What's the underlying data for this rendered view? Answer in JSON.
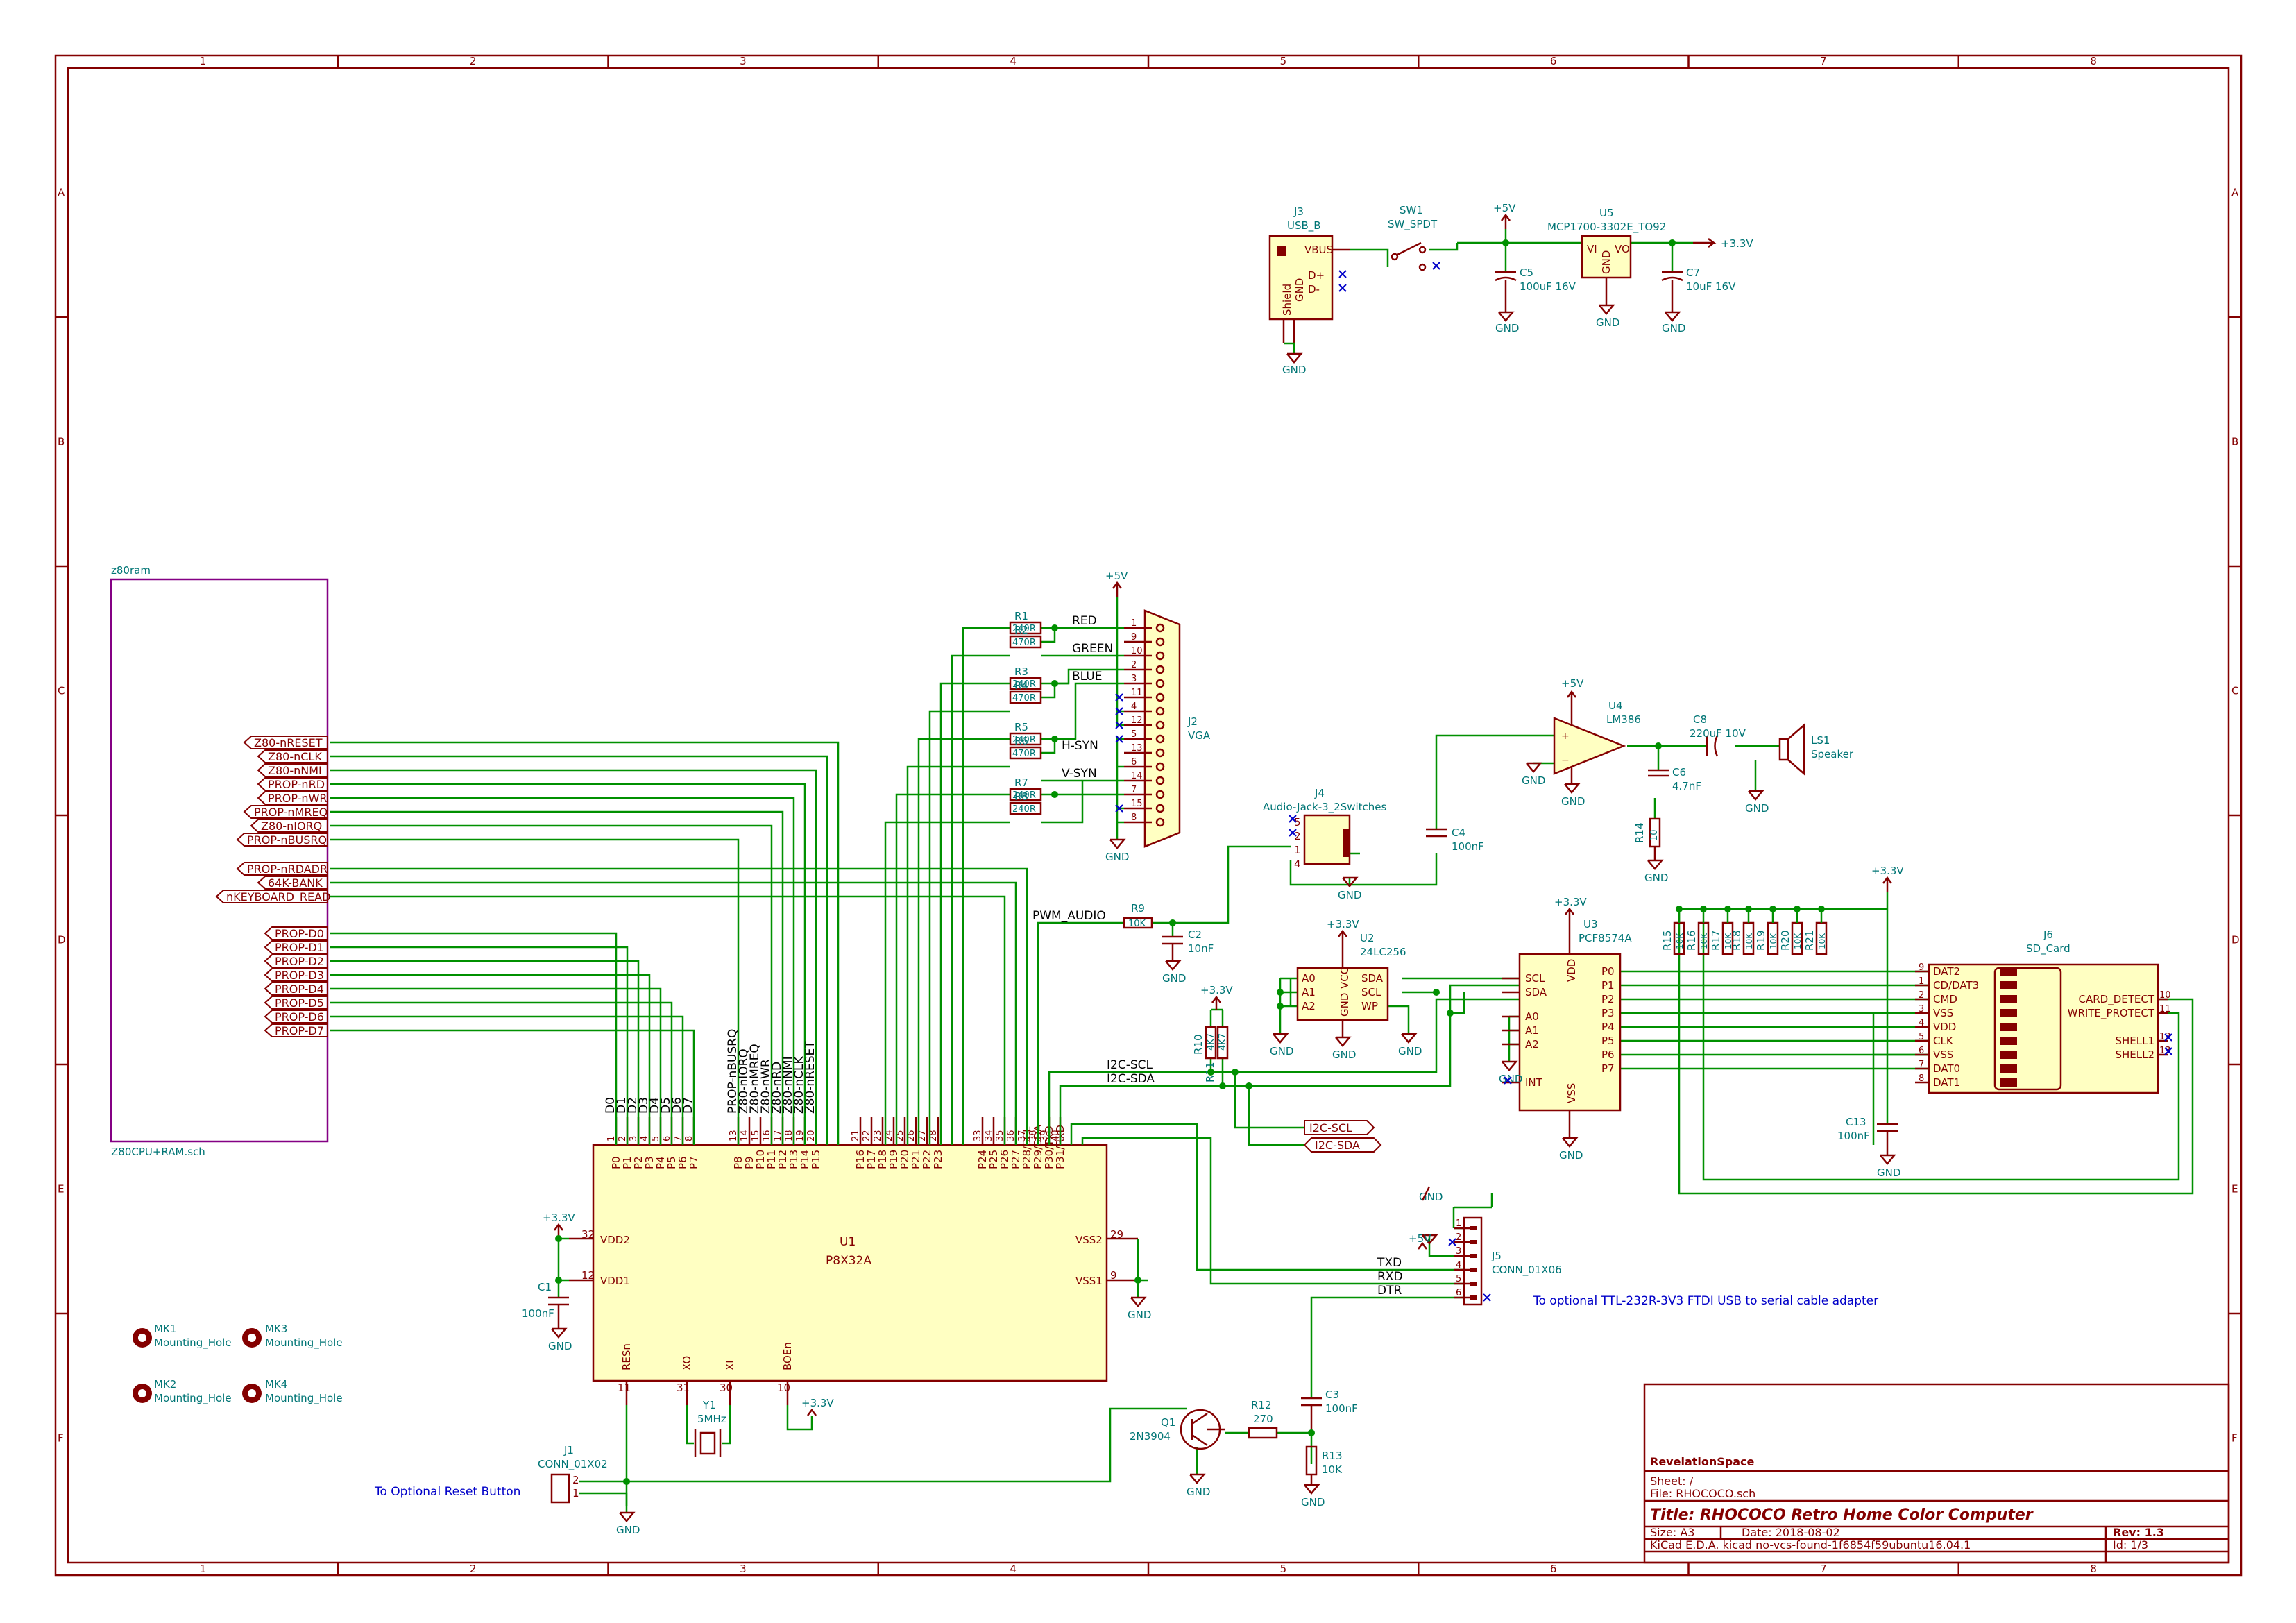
{
  "frame": {
    "col_labels": [
      "1",
      "2",
      "3",
      "4",
      "5",
      "6",
      "7",
      "8"
    ],
    "row_labels": [
      "A",
      "B",
      "C",
      "D",
      "E",
      "F"
    ]
  },
  "title_block": {
    "company": "RevelationSpace",
    "sheet": "Sheet: /",
    "file": "File: RHOCOCO.sch",
    "title": "Title: RHOCOCO Retro Home Color Computer",
    "size": "Size: A3",
    "date": "Date: 2018-08-02",
    "rev": "Rev: 1.3",
    "tool": "KiCad E.D.A.  kicad no-vcs-found-1f6854f59ubuntu16.04.1",
    "id": "Id: 1/3"
  },
  "hier_sheet": {
    "name": "z80ram",
    "file": "Z80CPU+RAM.sch",
    "pins_top": [
      "Z80-nRESET",
      "Z80-nCLK",
      "Z80-nNMI",
      "PROP-nRD",
      "PROP-nWR",
      "PROP-nMREQ",
      "Z80-nIORQ",
      "PROP-nBUSRQ"
    ],
    "pins_mid": [
      "PROP-nRDADR",
      "64K-BANK",
      "nKEYBOARD_READ"
    ],
    "pins_data": [
      "PROP-D0",
      "PROP-D1",
      "PROP-D2",
      "PROP-D3",
      "PROP-D4",
      "PROP-D5",
      "PROP-D6",
      "PROP-D7"
    ]
  },
  "u1": {
    "ref": "U1",
    "value": "P8X32A",
    "pins_d": [
      "P0",
      "P1",
      "P2",
      "P3",
      "P4",
      "P5",
      "P6",
      "P7"
    ],
    "nums_d": [
      "1",
      "2",
      "3",
      "4",
      "5",
      "6",
      "7",
      "8"
    ],
    "pins_ctl": [
      "P8",
      "P9",
      "P10",
      "P11",
      "P12",
      "P13",
      "P14",
      "P15"
    ],
    "nums_ctl": [
      "13",
      "14",
      "15",
      "16",
      "17",
      "18",
      "19",
      "20"
    ],
    "pins_vga": [
      "P16",
      "P17",
      "P18",
      "P19",
      "P20",
      "P21",
      "P22",
      "P23"
    ],
    "nums_vga": [
      "21",
      "22",
      "23",
      "24",
      "25",
      "26",
      "27",
      "28"
    ],
    "pins_hi": [
      "P24",
      "P25",
      "P26",
      "P27",
      "P28/SCL",
      "P29/SDA",
      "P30/TxD",
      "P31/RxD"
    ],
    "nums_hi": [
      "33",
      "34",
      "35",
      "36",
      "37",
      "38",
      "39",
      "40"
    ],
    "net_d": [
      "D0",
      "D1",
      "D2",
      "D3",
      "D4",
      "D5",
      "D6",
      "D7"
    ],
    "net_ctl": [
      "PROP-nBUSRQ",
      "Z80-nIORQ",
      "Z80-nMREQ",
      "Z80-nWR",
      "Z80-nRD",
      "Z80-nNMI",
      "Z80-nCLK",
      "Z80-nRESET"
    ],
    "vdd2": "VDD2",
    "vdd1": "VDD1",
    "vss2": "VSS2",
    "vss1": "VSS1",
    "n32": "32",
    "n12": "12",
    "n29": "29",
    "n9": "9",
    "resn": "RESn",
    "xo": "XO",
    "xi": "XI",
    "boen": "BOEn",
    "n11": "11",
    "n31": "31",
    "n30": "30",
    "n10": "10"
  },
  "vga": {
    "res": [
      {
        "ref": "R1",
        "val": "240R"
      },
      {
        "ref": "R2",
        "val": "470R"
      },
      {
        "ref": "R3",
        "val": "240R"
      },
      {
        "ref": "R4",
        "val": "470R"
      },
      {
        "ref": "R5",
        "val": "240R"
      },
      {
        "ref": "R6",
        "val": "470R"
      },
      {
        "ref": "R7",
        "val": "240R"
      },
      {
        "ref": "R8",
        "val": "240R"
      }
    ],
    "nets": [
      "RED",
      "GREEN",
      "BLUE",
      "H-SYN",
      "V-SYN"
    ],
    "conn_ref": "J2",
    "conn_val": "VGA",
    "pins": [
      "1",
      "9",
      "10",
      "2",
      "3",
      "11",
      "4",
      "12",
      "5",
      "13",
      "6",
      "14",
      "7",
      "15",
      "8"
    ],
    "pwr": "+5V",
    "gnd": "GND"
  },
  "power": {
    "j3_ref": "J3",
    "j3_val": "USB_B",
    "vbus": "VBUS",
    "dp": "D+",
    "dm": "D-",
    "shield": "Shield",
    "gndpin": "GND",
    "sw_ref": "SW1",
    "sw_val": "SW_SPDT",
    "u5_ref": "U5",
    "u5_val": "MCP1700-3302E_TO92",
    "vi": "VI",
    "vo": "VO",
    "u5gnd": "GND",
    "c5_ref": "C5",
    "c5_val": "100uF 16V",
    "c7_ref": "C7",
    "c7_val": "10uF 16V",
    "p5v": "+5V",
    "p33": "+3.3V",
    "gnd": "GND"
  },
  "audio": {
    "u4_ref": "U4",
    "u4_val": "LM386",
    "c8_ref": "C8",
    "c8_val": "220uF 10V",
    "ls_ref": "LS1",
    "ls_val": "Speaker",
    "c6_ref": "C6",
    "c6_val": "4.7nF",
    "r14_ref": "R14",
    "r14_val": "10",
    "c4_ref": "C4",
    "c4_val": "100nF",
    "j4_ref": "J4",
    "j4_val": "Audio-Jack-3_2Switches",
    "r9_ref": "R9",
    "r9_val": "10K",
    "c2_ref": "C2",
    "c2_val": "10nF",
    "pwm": "PWM_AUDIO",
    "gnd": "GND",
    "p5v": "+5V"
  },
  "i2c": {
    "u2_ref": "U2",
    "u2_val": "24LC256",
    "u2_pins_l": [
      "A0",
      "A1",
      "A2"
    ],
    "u2_pins_r": [
      "SDA",
      "SCL",
      "WP"
    ],
    "u2_gnd": "GND",
    "u2_vcc": "VCC",
    "r10_ref": "R10",
    "r10_val": "4K7",
    "r11_ref": "R11",
    "r11_val": "4K7",
    "scl": "I2C-SCL",
    "sda": "I2C-SDA",
    "u3_ref": "U3",
    "u3_val": "PCF8574A",
    "u3_l": [
      "SCL",
      "SDA",
      "A0",
      "A1",
      "A2",
      "INT"
    ],
    "u3_r": [
      "P0",
      "P1",
      "P2",
      "P3",
      "P4",
      "P5",
      "P6",
      "P7"
    ],
    "u3_vdd": "VDD",
    "u3_vss": "VSS",
    "p33": "+3.3V",
    "gnd": "GND"
  },
  "sd": {
    "ref": "J6",
    "val": "SD_Card",
    "pins_l": [
      "DAT2",
      "CD/DAT3",
      "CMD",
      "VSS",
      "VDD",
      "CLK",
      "VSS",
      "DAT0",
      "DAT1"
    ],
    "nums_l": [
      "9",
      "1",
      "2",
      "3",
      "4",
      "5",
      "6",
      "7",
      "8"
    ],
    "pins_r": [
      "CARD_DETECT",
      "WRITE_PROTECT",
      "SHELL1",
      "SHELL2"
    ],
    "nums_r": [
      "10",
      "11",
      "12",
      "13"
    ],
    "pullups": [
      "R15",
      "R16",
      "R17",
      "R18",
      "R19",
      "R20",
      "R21"
    ],
    "pull_val": "10K",
    "c13_ref": "C13",
    "c13_val": "100nF",
    "p33": "+3.3V",
    "gnd": "GND"
  },
  "serial": {
    "j5_ref": "J5",
    "j5_val": "CONN_01X06",
    "nets": [
      "TXD",
      "RXD",
      "DTR"
    ],
    "note": "To optional TTL-232R-3V3 FTDI USB to serial cable adapter",
    "c3_ref": "C3",
    "c3_val": "100nF",
    "q1_ref": "Q1",
    "q1_val": "2N3904",
    "r12_ref": "R12",
    "r12_val": "270",
    "r13_ref": "R13",
    "r13_val": "10K",
    "p5v": "+5V",
    "gnd": "GND"
  },
  "misc": {
    "j1_ref": "J1",
    "j1_val": "CONN_01X02",
    "reset_note": "To Optional Reset Button",
    "y1_ref": "Y1",
    "y1_val": "5MHz",
    "c1_ref": "C1",
    "c1_val": "100nF",
    "mk": [
      "MK1",
      "MK2",
      "MK3",
      "MK4"
    ],
    "mk_val": "Mounting_Hole",
    "p33": "+3.3V",
    "gnd": "GND"
  }
}
